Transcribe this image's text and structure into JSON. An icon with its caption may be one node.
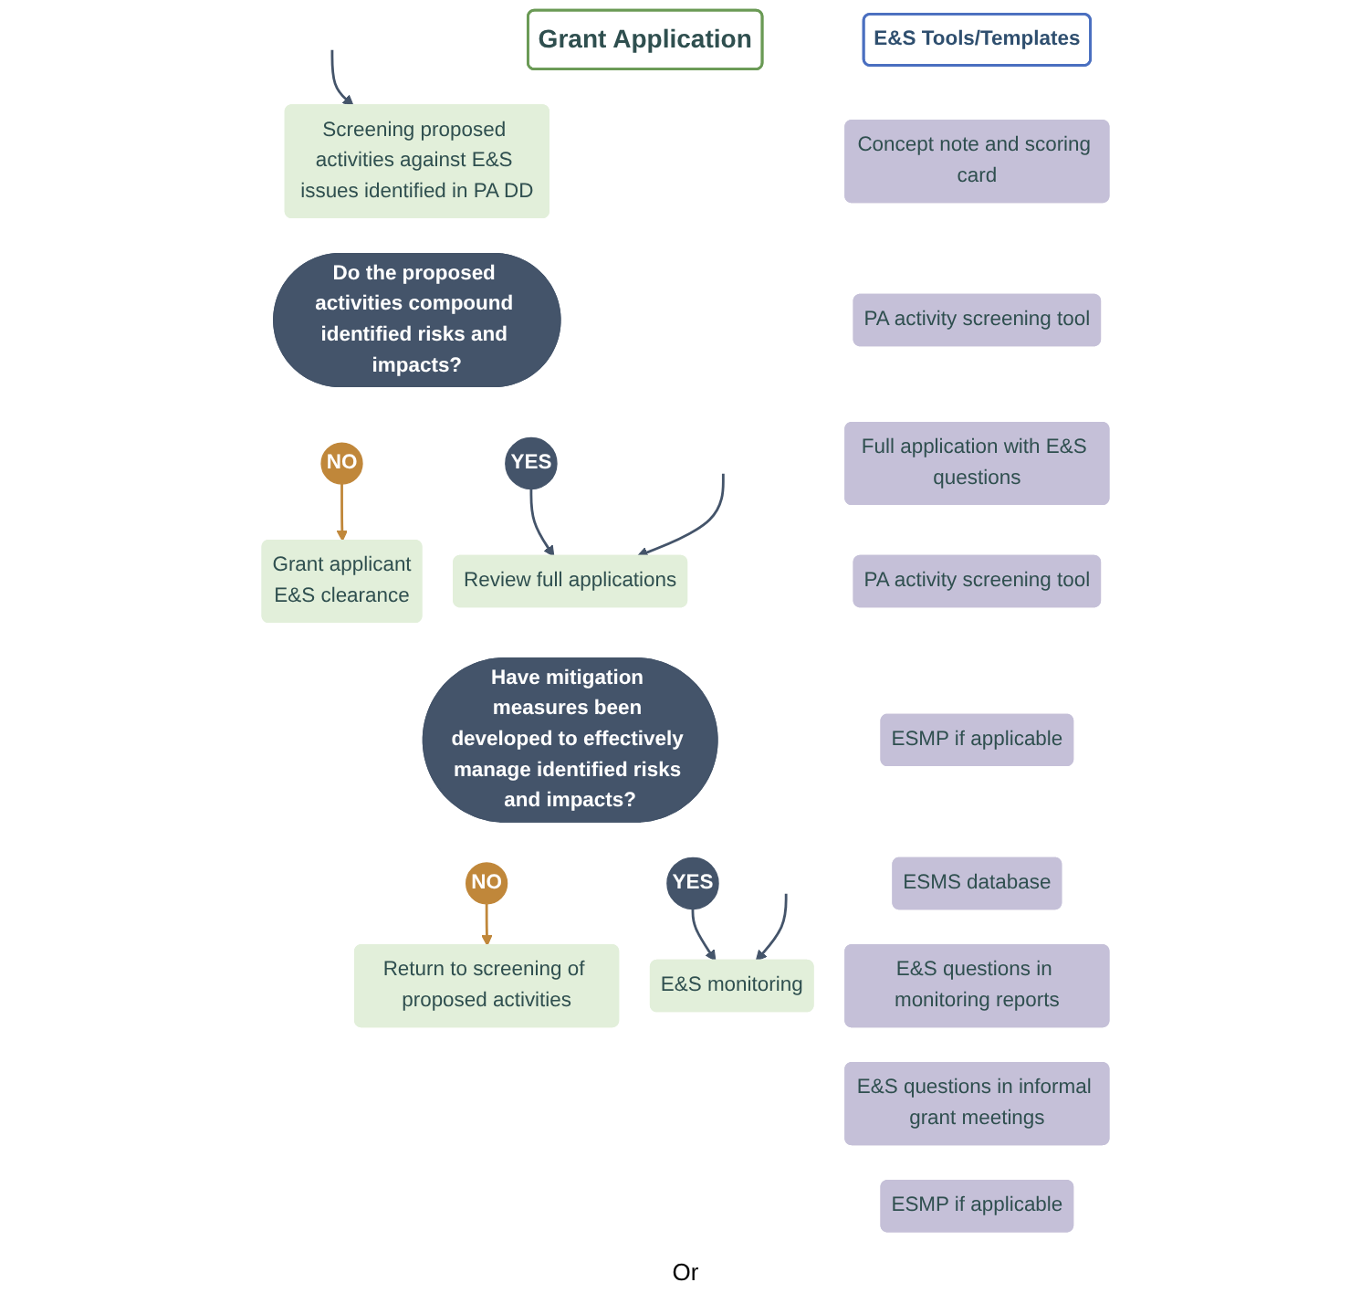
{
  "diagram": {
    "nodes": [
      {
        "text": [
          "Grant Application"
        ]
      },
      {
        "text": [
          "E&S Tools/Templates"
        ]
      },
      {
        "text": [
          "Screening proposed activities against E&S issues identified in PA DD"
        ]
      },
      {
        "text": [
          "Do the proposed activities compound identified risks and impacts?"
        ]
      },
      {
        "text": [
          "NO"
        ]
      },
      {
        "text": [
          "YES"
        ]
      },
      {
        "text": [
          "Concept note and scoring card"
        ]
      },
      {
        "text": [
          "PA activity screening tool"
        ]
      },
      {
        "text": [
          "Grant applicant",
          "E&S clearance"
        ]
      },
      {
        "text": [
          "Review full applications"
        ]
      },
      {
        "text": [
          "Have mitigation measures been developed to effectively manage identified risks and impacts?"
        ]
      },
      {
        "text": [
          "NO"
        ]
      },
      {
        "text": [
          "YES"
        ]
      },
      {
        "text": [
          "Full application with E&S questions"
        ]
      },
      {
        "text": [
          "PA activity screening tool"
        ]
      },
      {
        "text": [
          "ESMP if applicable"
        ]
      },
      {
        "text": [
          "Return to screening of proposed activities"
        ]
      },
      {
        "text": [
          "E&S monitoring"
        ]
      },
      {
        "text": [
          "ESMS database"
        ]
      },
      {
        "text": [
          "E&S questions in monitoring reports"
        ]
      },
      {
        "text": [
          "E&S questions in informal grant meetings"
        ]
      },
      {
        "text": [
          "ESMP if applicable"
        ]
      }
    ],
    "edges": [
      {
        "from": null,
        "to": 2,
        "arrow": "to"
      },
      {
        "from": 4,
        "to": 8,
        "arrow": "to",
        "color": "#c0873a"
      },
      {
        "from": 5,
        "to": 9,
        "arrow": "to"
      },
      {
        "from": null,
        "to": 9,
        "arrow": "to"
      },
      {
        "from": 11,
        "to": 16,
        "arrow": "to",
        "color": "#c0873a"
      },
      {
        "from": 12,
        "to": 17,
        "arrow": "to"
      },
      {
        "from": null,
        "to": 17,
        "arrow": "to"
      }
    ],
    "labels": [
      "Or"
    ]
  }
}
